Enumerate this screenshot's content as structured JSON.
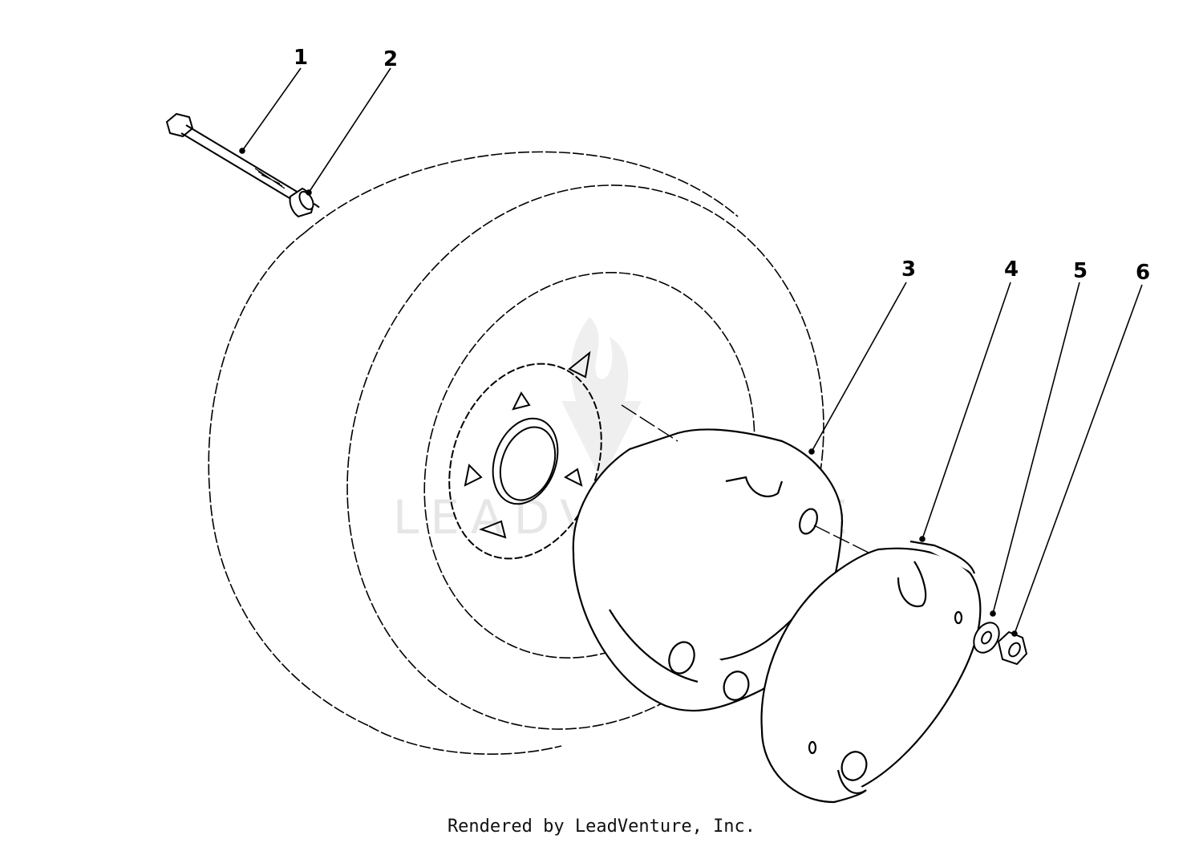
{
  "callouts": [
    {
      "number": "1",
      "part": "bolt"
    },
    {
      "number": "2",
      "part": "spacer"
    },
    {
      "number": "3",
      "part": "wheel-weight-inner"
    },
    {
      "number": "4",
      "part": "wheel-weight-outer"
    },
    {
      "number": "5",
      "part": "washer"
    },
    {
      "number": "6",
      "part": "lock-nut"
    }
  ],
  "watermark": "LEADVENTURE",
  "footer": "Rendered by LeadVenture, Inc.",
  "colors": {
    "line": "#000000",
    "watermark": "#e6e6e6",
    "background": "#ffffff"
  }
}
